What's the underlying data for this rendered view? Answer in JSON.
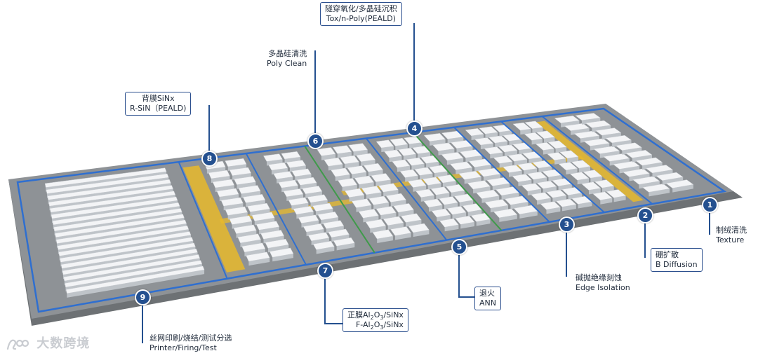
{
  "process_steps": [
    {
      "number": "1",
      "zh": "制绒清洗",
      "en": "Texture"
    },
    {
      "number": "2",
      "zh": "硼扩散",
      "en": "B Diffusion"
    },
    {
      "number": "3",
      "zh": "碱抛绝缘刻蚀",
      "en": "Edge Isolation"
    },
    {
      "number": "4",
      "zh": "隧穿氧化/多晶硅沉积",
      "en": "Tox/n-Poly(PEALD)"
    },
    {
      "number": "5",
      "zh": "退火",
      "en": "ANN"
    },
    {
      "number": "6",
      "zh": "多晶硅清洗",
      "en": "Poly Clean"
    },
    {
      "number": "7",
      "zh": "正膜Al2O3/SiNx",
      "en": "F-Al2O3/SiNx"
    },
    {
      "number": "8",
      "zh": "背膜SiNx",
      "en": "R-SiN（PEALD)"
    },
    {
      "number": "9",
      "zh": "丝网印刷/烧结/测试分选",
      "en": "Printer/Firing/Test"
    }
  ],
  "watermark": "大数跨境",
  "colors": {
    "zone_border": "#2f6fd0",
    "badge": "#24508f",
    "callout_border": "#2b4f8e",
    "conveyor": "#e8b92c",
    "green_divider": "#3f9a4a",
    "floor": "#8e9296",
    "slab_side": "#6d7174"
  }
}
